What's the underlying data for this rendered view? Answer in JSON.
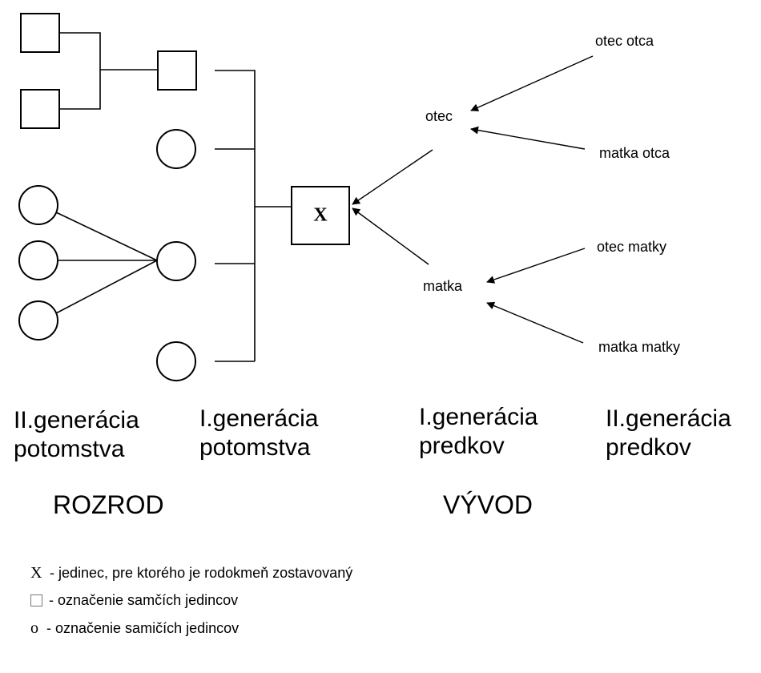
{
  "focal": {
    "symbol": "X"
  },
  "ancestors": {
    "father": "otec",
    "mother": "matka",
    "fathers_father": "otec otca",
    "fathers_mother": "matka otca",
    "mothers_father": "otec matky",
    "mothers_mother": "matka matky"
  },
  "generations": {
    "offspring_2": [
      "II.generácia",
      "potomstva"
    ],
    "offspring_1": [
      "I.generácia",
      "potomstva"
    ],
    "ancestors_1": [
      "I.generácia",
      "predkov"
    ],
    "ancestors_2": [
      "II.generácia",
      "predkov"
    ]
  },
  "sections": {
    "descendants": "ROZROD",
    "ancestry": "VÝVOD"
  },
  "legend": [
    {
      "symbol": "X",
      "text": "- jedinec, pre ktorého je rodokmeň zostavovaný"
    },
    {
      "symbol": "square",
      "text": "- označenie samčích jedincov"
    },
    {
      "symbol": "o",
      "text": "- označenie samičích jedincov"
    }
  ]
}
